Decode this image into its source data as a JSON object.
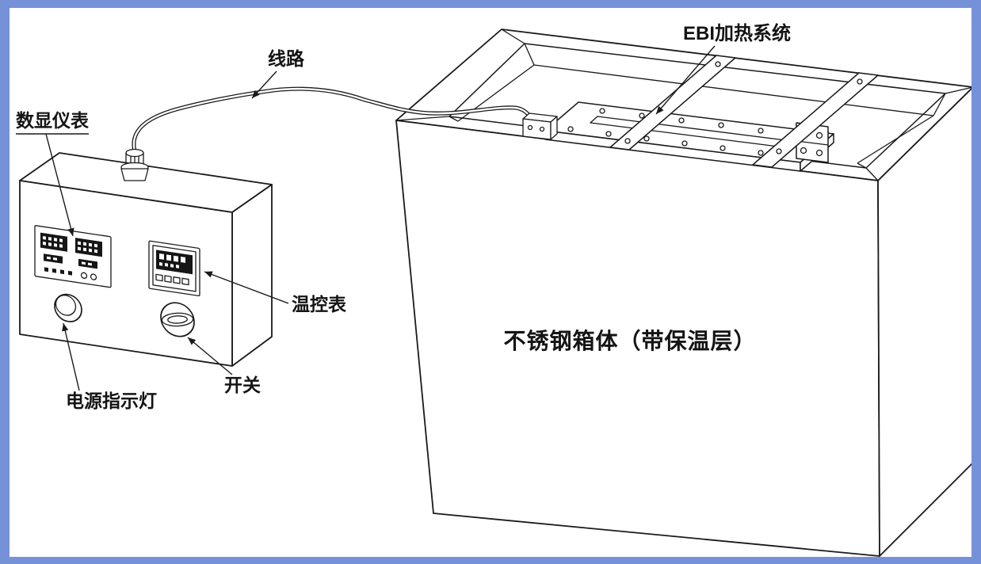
{
  "colors": {
    "frame": "#7591d8",
    "line": "#1a1a1a",
    "background": "#ffffff"
  },
  "labels": {
    "digital_meter": "数显仪表",
    "wiring": "线路",
    "heating_system": "EBI加热系统",
    "temp_controller": "温控表",
    "power_indicator": "电源指示灯",
    "power_switch": "开关",
    "tank_body": "不锈钢箱体（带保温层）"
  }
}
